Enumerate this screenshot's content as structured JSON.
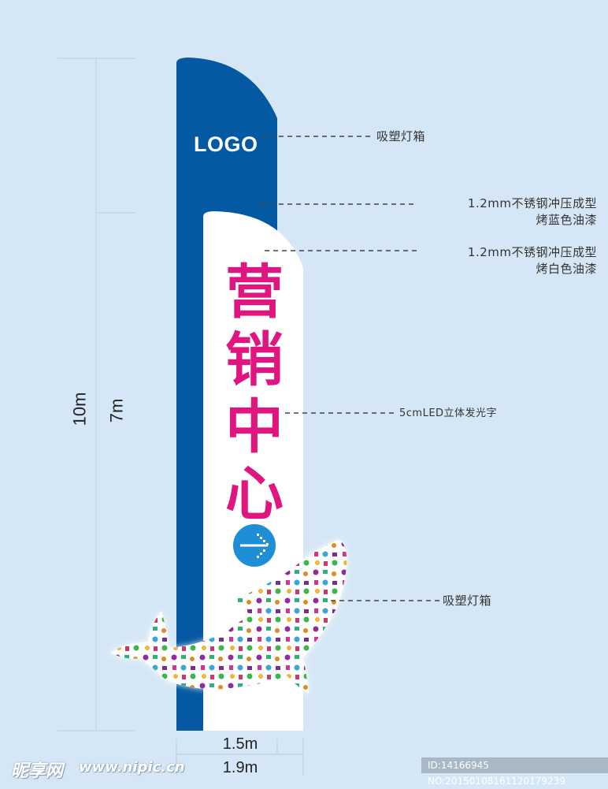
{
  "colors": {
    "background": "#d5e7f6",
    "blue_panel": "#0459a2",
    "white_panel": "#ffffff",
    "title_magenta": "#e0157f",
    "arrow_circle": "#1e8fd6",
    "dim_line": "#c3d5e4",
    "leader_line": "#444444"
  },
  "sign": {
    "logo_text": "LOGO",
    "title_chars": [
      "营",
      "销",
      "中",
      "心"
    ],
    "arrow_icon": "right-arrow-icon",
    "whale_graphic": "whale-mosaic-icon"
  },
  "dimensions": {
    "total_height": "10m",
    "white_height": "7m",
    "inner_width": "1.5m",
    "outer_width": "1.9m"
  },
  "annotations": [
    {
      "line1": "吸塑灯箱",
      "line2": ""
    },
    {
      "line1": "1.2mm不锈钢冲压成型",
      "line2": "烤蓝色油漆"
    },
    {
      "line1": "1.2mm不锈钢冲压成型",
      "line2": "烤白色油漆"
    },
    {
      "line1": "5cmLED立体发光字",
      "line2": ""
    },
    {
      "line1": "吸塑灯箱",
      "line2": ""
    }
  ],
  "watermark": {
    "logo": "昵享网",
    "url": "www.nipic.cn",
    "id_text": "ID:14166945 NO:20150108161120179239"
  }
}
